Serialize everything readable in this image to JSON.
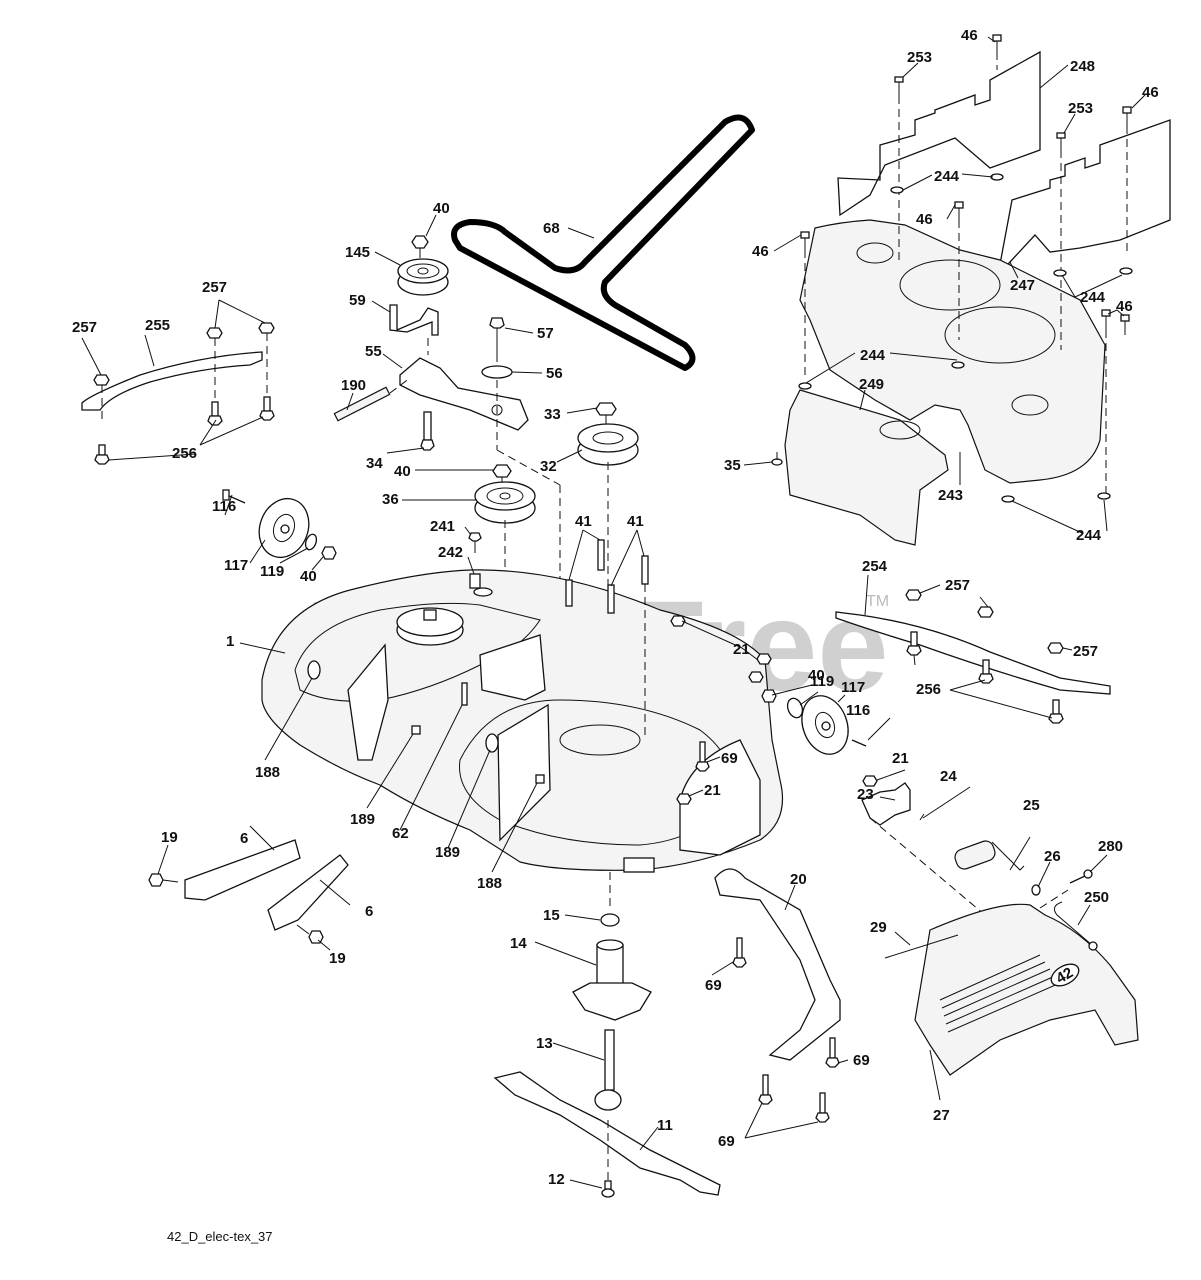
{
  "diagram": {
    "title": "Mower Deck Exploded Parts Diagram",
    "watermark": "PartsTree",
    "watermark_tm": "TM",
    "footer_code": "42_D_elec-tex_37",
    "deck_badge": "42"
  },
  "callouts": [
    {
      "part": "46"
    },
    {
      "part": "253"
    },
    {
      "part": "248"
    },
    {
      "part": "253"
    },
    {
      "part": "46"
    },
    {
      "part": "244"
    },
    {
      "part": "46"
    },
    {
      "part": "46"
    },
    {
      "part": "247"
    },
    {
      "part": "244"
    },
    {
      "part": "46"
    },
    {
      "part": "244"
    },
    {
      "part": "249"
    },
    {
      "part": "35"
    },
    {
      "part": "243"
    },
    {
      "part": "244"
    },
    {
      "part": "40"
    },
    {
      "part": "145"
    },
    {
      "part": "68"
    },
    {
      "part": "59"
    },
    {
      "part": "57"
    },
    {
      "part": "55"
    },
    {
      "part": "56"
    },
    {
      "part": "190"
    },
    {
      "part": "33"
    },
    {
      "part": "34"
    },
    {
      "part": "32"
    },
    {
      "part": "40"
    },
    {
      "part": "36"
    },
    {
      "part": "257"
    },
    {
      "part": "257"
    },
    {
      "part": "255"
    },
    {
      "part": "256"
    },
    {
      "part": "116"
    },
    {
      "part": "117"
    },
    {
      "part": "119"
    },
    {
      "part": "40"
    },
    {
      "part": "241"
    },
    {
      "part": "242"
    },
    {
      "part": "41"
    },
    {
      "part": "41"
    },
    {
      "part": "1"
    },
    {
      "part": "21"
    },
    {
      "part": "188"
    },
    {
      "part": "189"
    },
    {
      "part": "62"
    },
    {
      "part": "189"
    },
    {
      "part": "188"
    },
    {
      "part": "69"
    },
    {
      "part": "21"
    },
    {
      "part": "254"
    },
    {
      "part": "257"
    },
    {
      "part": "257"
    },
    {
      "part": "256"
    },
    {
      "part": "40"
    },
    {
      "part": "119"
    },
    {
      "part": "117"
    },
    {
      "part": "116"
    },
    {
      "part": "21"
    },
    {
      "part": "23"
    },
    {
      "part": "24"
    },
    {
      "part": "25"
    },
    {
      "part": "26"
    },
    {
      "part": "280"
    },
    {
      "part": "250"
    },
    {
      "part": "29"
    },
    {
      "part": "27"
    },
    {
      "part": "20"
    },
    {
      "part": "6"
    },
    {
      "part": "19"
    },
    {
      "part": "6"
    },
    {
      "part": "19"
    },
    {
      "part": "15"
    },
    {
      "part": "14"
    },
    {
      "part": "69"
    },
    {
      "part": "69"
    },
    {
      "part": "13"
    },
    {
      "part": "69"
    },
    {
      "part": "11"
    },
    {
      "part": "12"
    }
  ]
}
